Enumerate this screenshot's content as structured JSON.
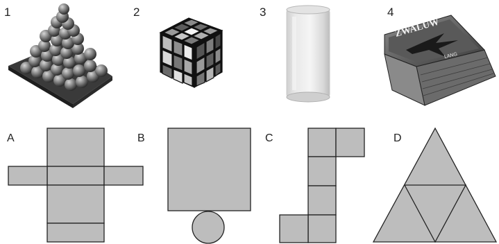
{
  "objects": [
    {
      "label": "1",
      "icon": "ball-pyramid-photo"
    },
    {
      "label": "2",
      "icon": "rubiks-cube-photo"
    },
    {
      "label": "3",
      "icon": "glass-cylinder-photo"
    },
    {
      "label": "4",
      "icon": "matchbox-photo"
    }
  ],
  "matchbox_brand": "ZWALUW",
  "matchbox_sub": "LANG",
  "nets": [
    {
      "label": "A",
      "icon": "cuboid-net"
    },
    {
      "label": "B",
      "icon": "cylinder-net"
    },
    {
      "label": "C",
      "icon": "cube-net"
    },
    {
      "label": "D",
      "icon": "tetrahedron-net"
    }
  ],
  "colors": {
    "net_fill": "#bdbdbd",
    "stroke": "#222222"
  }
}
